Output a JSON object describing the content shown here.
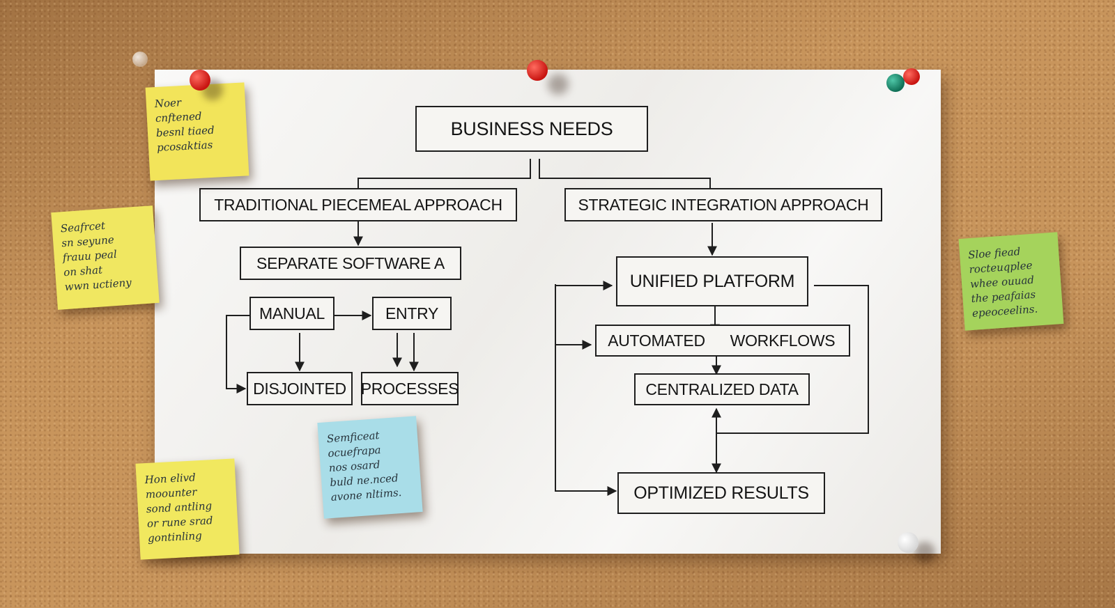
{
  "diagram": {
    "root": "BUSINESS NEEDS",
    "branches": {
      "left": {
        "title": "TRADITIONAL PIECEMEAL APPROACH",
        "nodes": {
          "software": "SEPARATE SOFTWARE A",
          "manual": "MANUAL",
          "entry": "ENTRY",
          "disjointed": "DISJOINTED",
          "processes": "PROCESSES"
        }
      },
      "right": {
        "title": "STRATEGIC INTEGRATION APPROACH",
        "nodes": {
          "platform": "UNIFIED PLATFORM",
          "automated": "AUTOMATED",
          "workflows": "WORKFLOWS",
          "data": "CENTRALIZED DATA",
          "results": "OPTIMIZED RESULTS"
        }
      }
    }
  },
  "notes": [
    {
      "id": "note-top-left",
      "color": "#f2e45a",
      "lines": [
        "Noer",
        "cnftened",
        "besnl tiaed",
        "pcosaktias"
      ]
    },
    {
      "id": "note-mid-left",
      "color": "#f0e761",
      "lines": [
        "Seafrcet",
        "sn seyune",
        "frauu peal",
        "on shat",
        "wwn uctieny"
      ]
    },
    {
      "id": "note-bottom-left",
      "color": "#f1e85f",
      "lines": [
        "Hon elivd",
        "moounter",
        "sond antling",
        "or rune srad",
        "gontinling"
      ]
    },
    {
      "id": "note-center",
      "color": "#a9dde8",
      "lines": [
        "Semficeat",
        "ocuefrapa",
        "nos osard",
        "buld ne.nced",
        "avone nltims."
      ]
    },
    {
      "id": "note-right",
      "color": "#a5d35c",
      "lines": [
        "Sloe fiead",
        "rocteuqplee",
        "whee ouuad",
        "the peafaias",
        "epeoceelins."
      ]
    }
  ],
  "colors": {
    "cork": "#c8955c",
    "poster": "#f1f0ed",
    "ink": "#1e1e1e",
    "pin_red": "#e0261f",
    "pin_green": "#1a8a6e",
    "pin_white": "#f4f4f4"
  }
}
